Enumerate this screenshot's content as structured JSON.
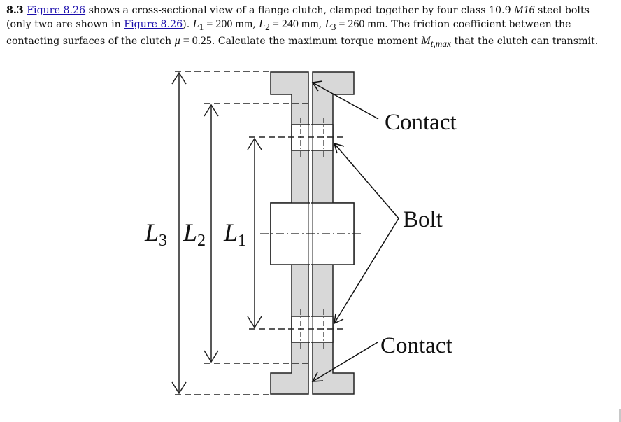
{
  "problem": {
    "number": "8.3",
    "link_text": "Figure 8.26",
    "t1": " shows a cross-sectional view of a flange clutch, clamped together by four class 10.9 ",
    "bolt_spec": "M16",
    "t2": " steel bolts (only two are shown in ",
    "t3": "). ",
    "l1_sym": "L",
    "l1_sub": "1",
    "l1_val": " = 200 mm",
    "l2_sym": "L",
    "l2_sub": "2",
    "l2_val": " = 240 mm",
    "l3_sym": "L",
    "l3_sub": "3",
    "l3_val": " = 260 mm",
    "t4": ". The friction coefficient between the contacting surfaces of the clutch ",
    "mu_sym": "μ",
    "mu_val": " = 0.25",
    "t5": ". Calculate the maximum torque moment ",
    "m_sym": "M",
    "m_sub": "t,max",
    "t6": " that the clutch can transmit."
  },
  "figure": {
    "label_contact_top": "Contact",
    "label_bolt": "Bolt",
    "label_contact_bottom": "Contact",
    "dim_l3_sym": "L",
    "dim_l3_sub": "3",
    "dim_l2_sym": "L",
    "dim_l2_sub": "2",
    "dim_l1_sym": "L",
    "dim_l1_sub": "1",
    "part_fill": "#d8d8d8"
  }
}
